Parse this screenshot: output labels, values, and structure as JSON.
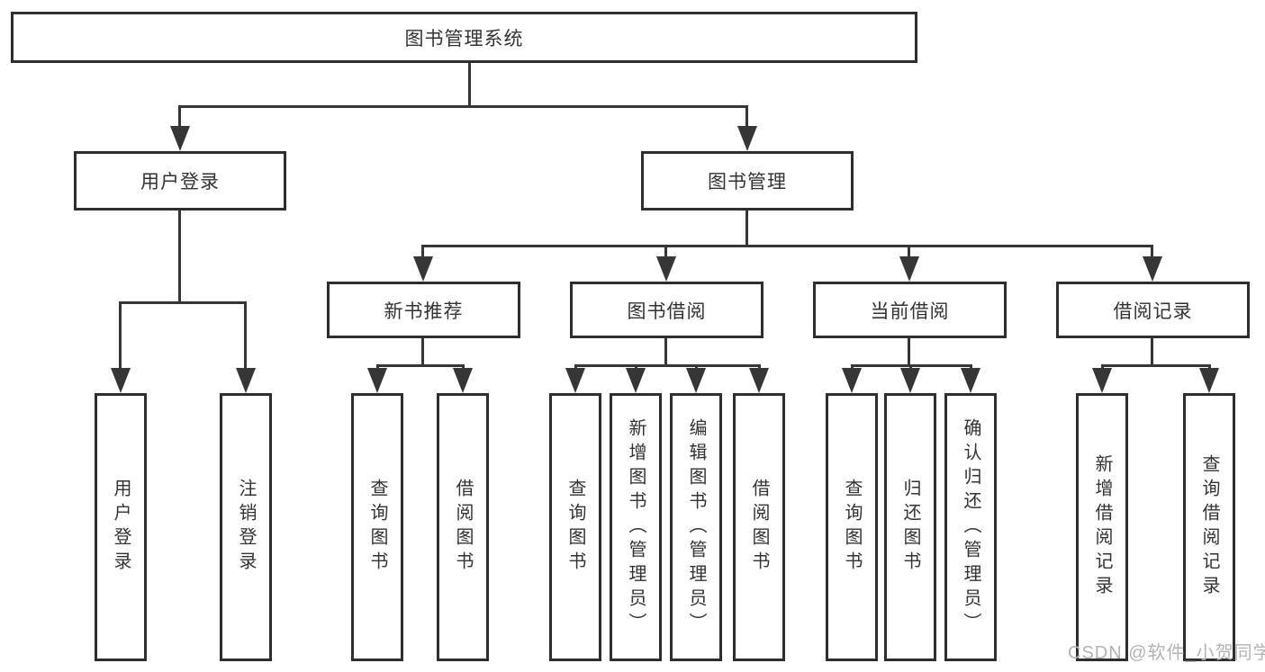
{
  "colors": {
    "bg": "#ffffff",
    "line": "#363636",
    "box-border": "#2e2e2e",
    "text": "#333333",
    "watermark": "#b3b3b3"
  },
  "diagram": {
    "root": {
      "label": "图书管理系统"
    },
    "branches": [
      {
        "label": "用户登录",
        "children": [
          "用户登录",
          "注销登录"
        ]
      },
      {
        "label": "图书管理",
        "sections": [
          {
            "label": "新书推荐",
            "children": [
              "查询图书",
              "借阅图书"
            ]
          },
          {
            "label": "图书借阅",
            "children": [
              "查询图书",
              "新增图书（管理员）",
              "编辑图书（管理员）",
              "借阅图书"
            ]
          },
          {
            "label": "当前借阅",
            "children": [
              "查询图书",
              "归还图书",
              "确认归还（管理员）"
            ]
          },
          {
            "label": "借阅记录",
            "children": [
              "新增借阅记录",
              "查询借阅记录"
            ]
          }
        ]
      }
    ]
  },
  "watermark": {
    "text": "CSDN @软件_小贺同学"
  }
}
